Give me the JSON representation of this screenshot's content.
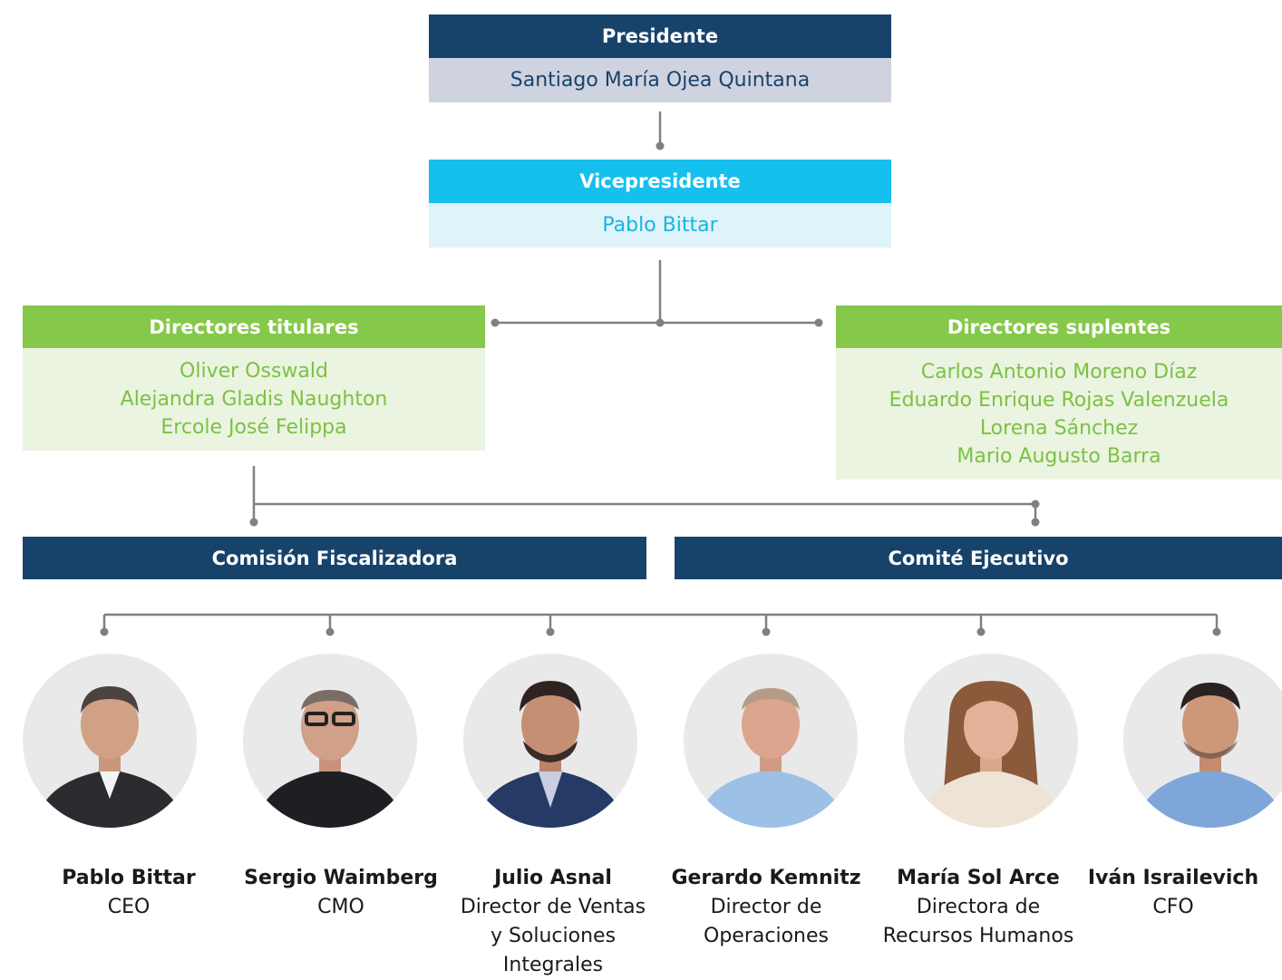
{
  "presidente": {
    "title": "Presidente",
    "name": "Santiago María Ojea Quintana"
  },
  "vicepresidente": {
    "title": "Vicepresidente",
    "name": "Pablo Bittar"
  },
  "titulares": {
    "title": "Directores titulares",
    "names": [
      "Oliver Osswald",
      "Alejandra Gladis Naughton",
      "Ercole José Felippa"
    ]
  },
  "suplentes": {
    "title": "Directores suplentes",
    "names": [
      "Carlos Antonio Moreno Díaz",
      "Eduardo Enrique Rojas Valenzuela",
      "Lorena Sánchez",
      "Mario Augusto Barra"
    ]
  },
  "comision": {
    "title": "Comisión Fiscalizadora"
  },
  "comite": {
    "title": "Comité Ejecutivo"
  },
  "colors": {
    "navy": "#17436b",
    "cyan": "#16c0ee",
    "green": "#86c84a",
    "connector": "#808080"
  },
  "people": [
    {
      "name": "Pablo Bittar",
      "role": [
        "CEO"
      ],
      "icon": "person-photo"
    },
    {
      "name": "Sergio Waimberg",
      "role": [
        "CMO"
      ],
      "icon": "person-photo"
    },
    {
      "name": "Julio Asnal",
      "role": [
        "Director de Ventas",
        "y Soluciones",
        "Integrales"
      ],
      "icon": "person-photo"
    },
    {
      "name": "Gerardo Kemnitz",
      "role": [
        "Director de",
        "Operaciones"
      ],
      "icon": "person-photo"
    },
    {
      "name": "María Sol Arce",
      "role": [
        "Directora de",
        "Recursos Humanos"
      ],
      "icon": "person-photo"
    },
    {
      "name": "Iván Israilevich",
      "role": [
        "CFO"
      ],
      "icon": "person-photo"
    }
  ]
}
